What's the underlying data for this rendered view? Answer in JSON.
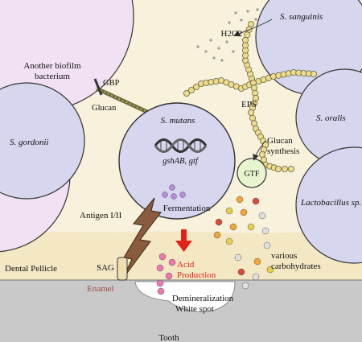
{
  "labels": {
    "another_biofilm_line1": "Another biofilm",
    "another_biofilm_line2": "bacterium",
    "gbp": "GBP",
    "glucan": "Glucan",
    "s_gordonii": "S. gordonii",
    "s_mutans": "S. mutans",
    "genes": "gshAB, gtf",
    "fermentation": "Fermentation",
    "antigen": "Antigen I/II",
    "sag": "SAG",
    "dental_pellicle": "Dental Pellicle",
    "enamel": "Enamel",
    "acid_line1": "Acid",
    "acid_line2": "Production",
    "demineralization_line1": "Demineralization",
    "demineralization_line2": "White spot",
    "tooth": "Tooth",
    "h2o2": "H2O2",
    "s_sanguinis": "S. sanguinis",
    "eps": "EPS",
    "s_oralis": "S. oralis",
    "glucan_synthesis_line1": "Glucan",
    "glucan_synthesis_line2": "synthesis",
    "gtf_enzyme": "GTF",
    "lactobacillus": "Lactobacillus sp.",
    "carbs_line1": "various",
    "carbs_line2": "carbohydrates"
  },
  "colors": {
    "s_mutans_fill": "#d6d6ee",
    "large_bacteria_fill": "#d6d6ee",
    "pink_bacteria_fill": "#f1e1f3",
    "biofilm_matrix": "#f8f1dc",
    "pellicle": "#f3e7c4",
    "tooth": "#c9c9c9",
    "gtf_fill": "#e9f5cf",
    "eps_bead": "#ecdc8e",
    "acid_arrow": "#e2231a",
    "acid_text": "#e2231a",
    "enamel_text": "#a04a4a",
    "acid_dots": "#ef78b3",
    "fermentation_dots": "#b98ad9"
  },
  "icons": {
    "dna": "dna-double-helix-icon",
    "antigen": "lightning-bolt-adhesin-icon",
    "acid_arrow": "down-arrow-icon",
    "h2o2": "h2o2-release-arrow-icon"
  }
}
